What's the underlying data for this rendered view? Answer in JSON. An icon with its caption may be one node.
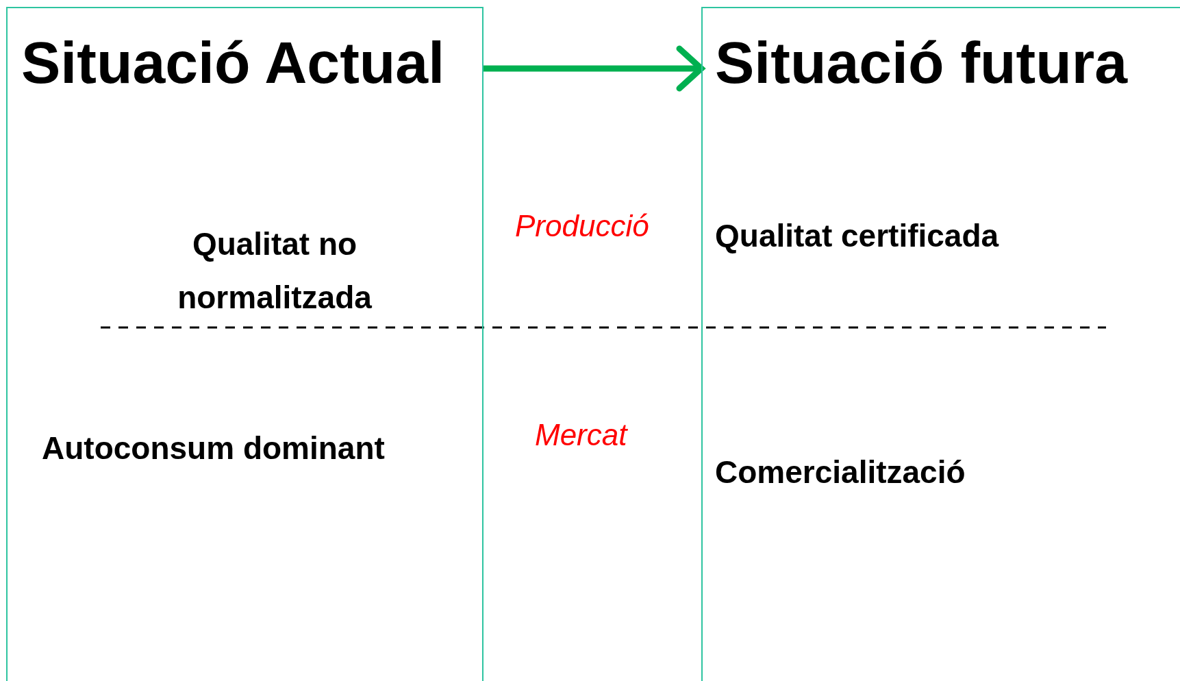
{
  "diagram": {
    "nodes": [
      {
        "text": [
          "Situació Actual",
          "Qualitat no normalitzada",
          "Autoconsum dominant"
        ]
      },
      {
        "text": [
          "Situació futura",
          "Qualitat certificada",
          "Comercialització"
        ]
      }
    ],
    "edges": [
      {
        "from": 0,
        "to": 1,
        "arrow": "to",
        "color": "#00b050"
      }
    ],
    "labels": [
      "Producció",
      "Mercat"
    ]
  }
}
